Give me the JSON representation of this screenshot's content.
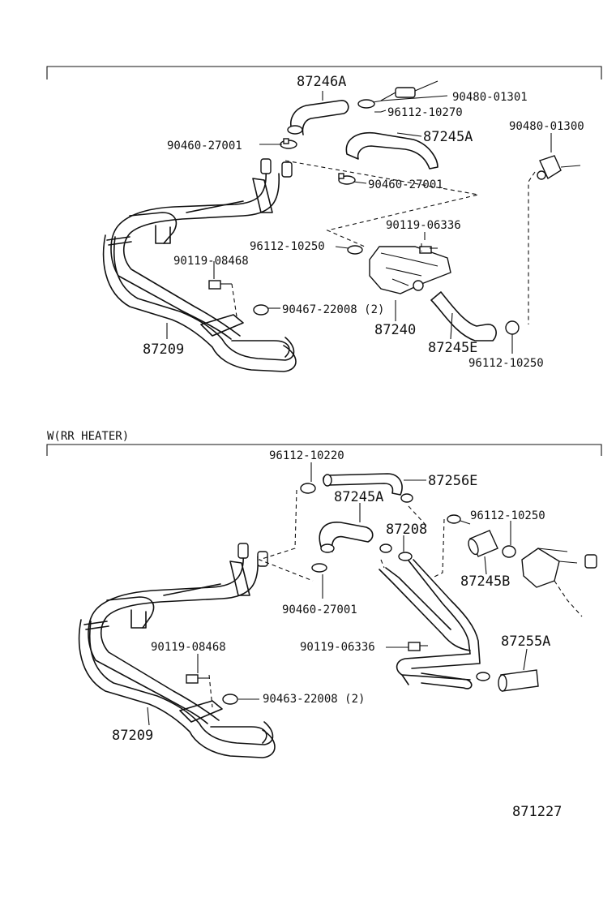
{
  "section_bottom": {
    "title": "W(RR HEATER)"
  },
  "labels_top": {
    "p87246A": "87246A",
    "p90480_01301": "90480-01301",
    "p96112_10270": "96112-10270",
    "p87245A": "87245A",
    "p90480_01300": "90480-01300",
    "p90460_27001_a": "90460-27001",
    "p90460_27001_b": "90460-27001",
    "p90119_06336": "90119-06336",
    "p96112_10250_a": "96112-10250",
    "p90119_08468": "90119-08468",
    "p90467_22008": "90467-22008 (2)",
    "p87240": "87240",
    "p87245E": "87245E",
    "p96112_10250_b": "96112-10250",
    "p87209": "87209"
  },
  "labels_bottom": {
    "p96112_10220": "96112-10220",
    "p87256E": "87256E",
    "p87245A": "87245A",
    "p87208": "87208",
    "p96112_10250": "96112-10250",
    "p87245B": "87245B",
    "p90460_27001": "90460-27001",
    "p90119_08468": "90119-08468",
    "p90119_06336": "90119-06336",
    "p87255A": "87255A",
    "p90463_22008": "90463-22008 (2)",
    "p87209": "87209"
  },
  "footer": {
    "diagram_code": "871227"
  }
}
